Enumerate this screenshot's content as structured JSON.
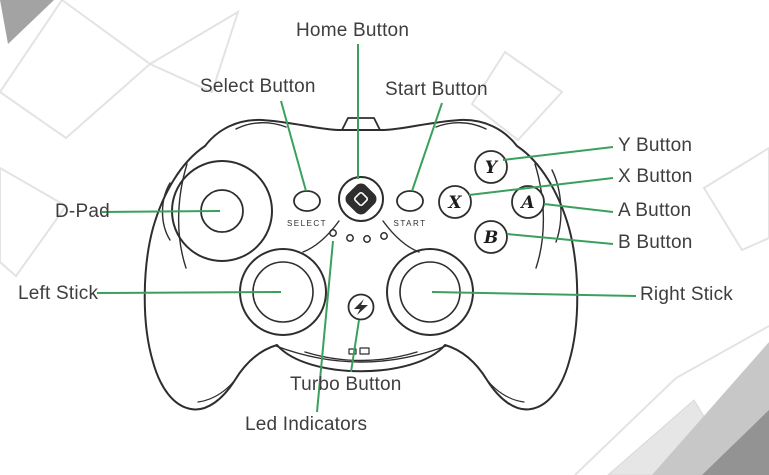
{
  "colors": {
    "accent_green": "#3aa05c",
    "line_ink": "#2e2e2e",
    "label_text": "#3e3e3e",
    "watermark_light": "#e3e3e3",
    "watermark_mid": "#c7c7c7",
    "watermark_dark": "#989898"
  },
  "labels": {
    "home": "Home Button",
    "select": "Select Button",
    "start": "Start Button",
    "y": "Y Button",
    "x": "X Button",
    "a": "A Button",
    "b": "B Button",
    "dpad": "D-Pad",
    "left_stick": "Left Stick",
    "right_stick": "Right Stick",
    "turbo": "Turbo Button",
    "led": "Led Indicators"
  },
  "controller": {
    "select_caption": "SELECT",
    "start_caption": "START",
    "face_buttons": {
      "top": "Y",
      "left": "X",
      "right": "A",
      "bottom": "B"
    }
  }
}
